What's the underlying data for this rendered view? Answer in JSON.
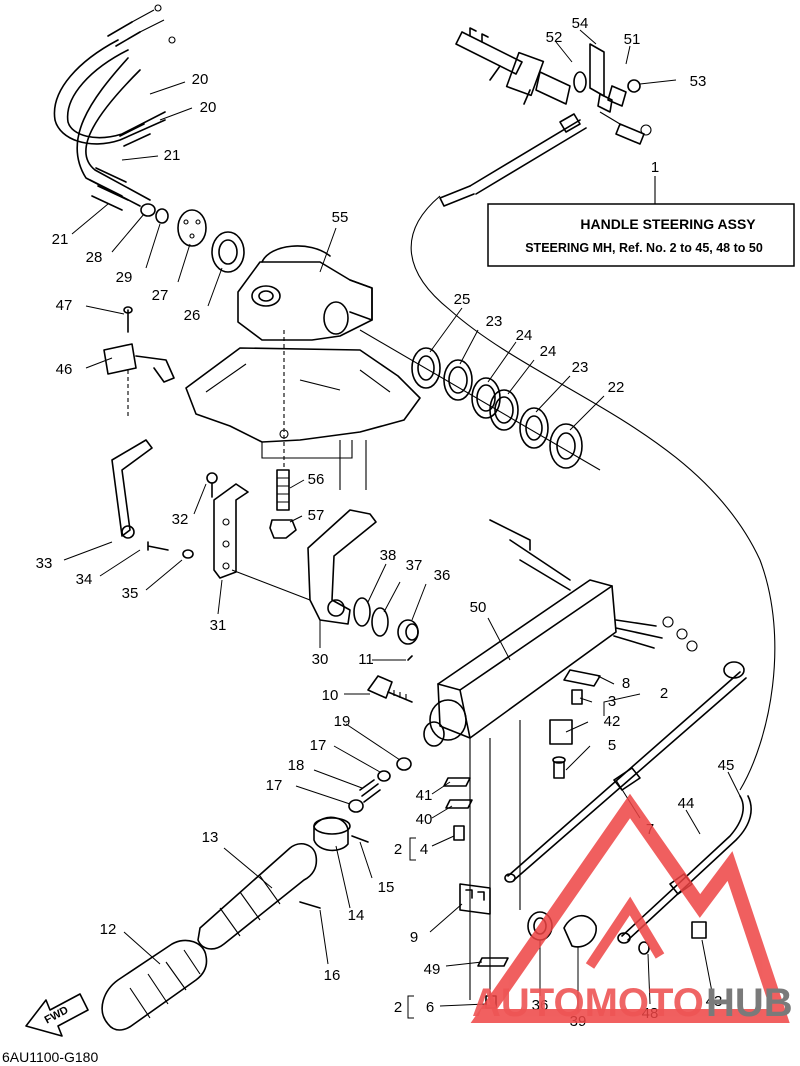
{
  "diagram": {
    "box": {
      "title": "HANDLE STEERING ASSY",
      "subtitle": "STEERING MH, Ref. No. 2 to 45, 48 to 50"
    },
    "code": "6AU1100-G180",
    "fwd": "FWD",
    "watermark": {
      "left": "AUTOMOTO",
      "right": "HUB",
      "colors": {
        "red": "#ee4444",
        "grey": "#777777"
      }
    },
    "labels": [
      "54",
      "52",
      "51",
      "53",
      "1",
      "20",
      "20",
      "21",
      "21",
      "28",
      "29",
      "27",
      "26",
      "55",
      "47",
      "46",
      "25",
      "23",
      "24",
      "24",
      "23",
      "22",
      "56",
      "57",
      "32",
      "33",
      "34",
      "35",
      "31",
      "30",
      "38",
      "37",
      "36",
      "50",
      "8",
      "3",
      "2",
      "42",
      "5",
      "11",
      "10",
      "19",
      "17",
      "18",
      "17",
      "41",
      "40",
      "2",
      "4",
      "13",
      "15",
      "14",
      "16",
      "12",
      "9",
      "49",
      "2",
      "6",
      "36",
      "39",
      "48",
      "43",
      "44",
      "45",
      "7"
    ]
  }
}
